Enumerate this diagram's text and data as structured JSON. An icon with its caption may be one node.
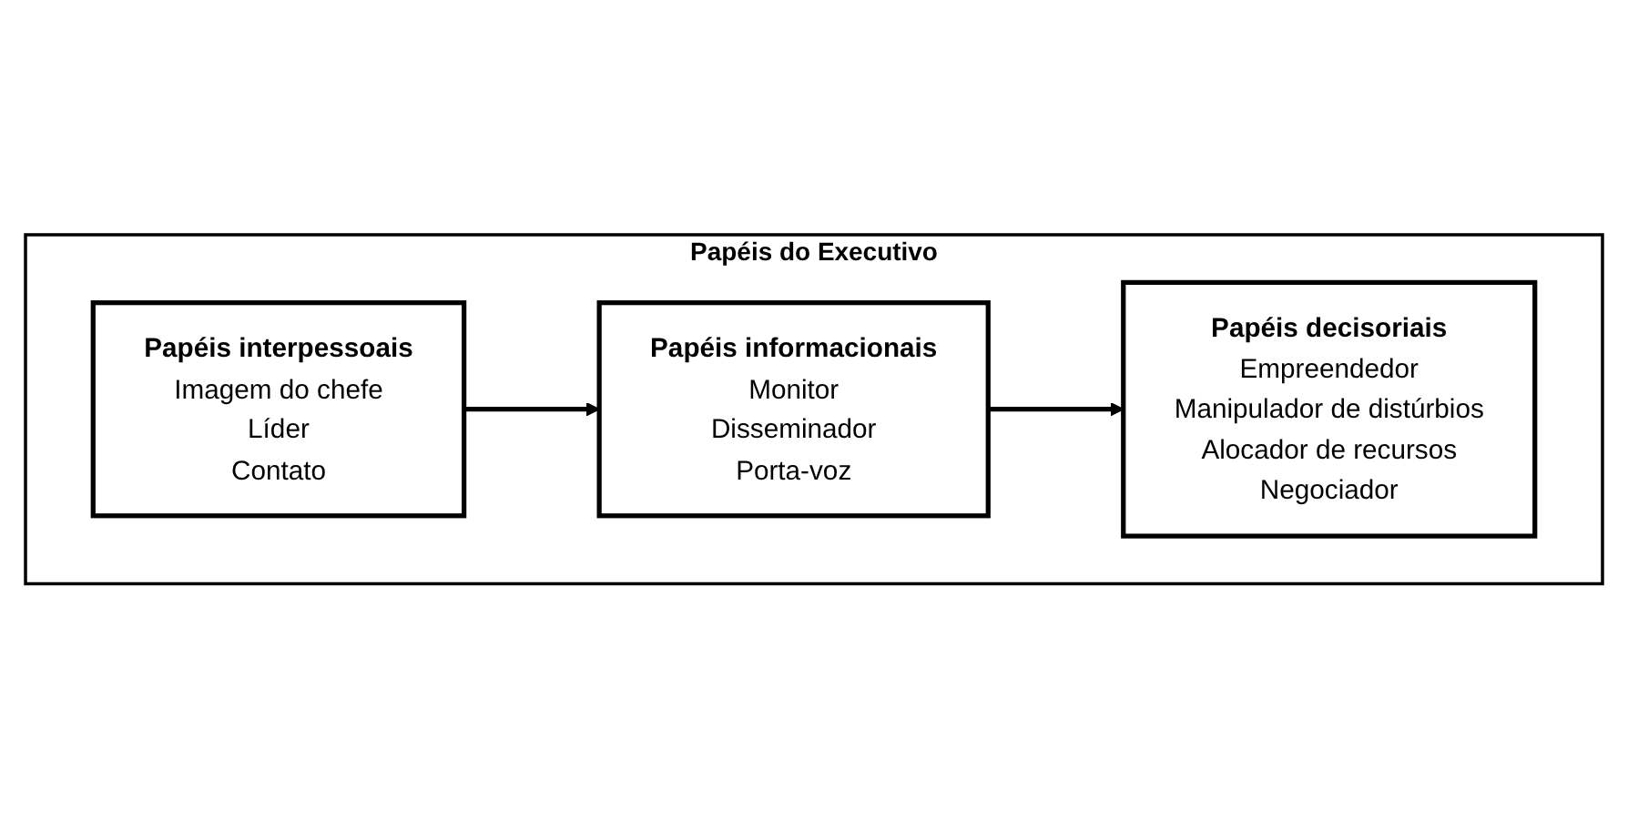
{
  "diagram": {
    "nodes": [
      {
        "text": [
          "Papéis do Executivo"
        ]
      },
      {
        "text": [
          "Papéis interpessoais",
          "Imagem do chefe",
          "Líder",
          "Contato"
        ],
        "in": 0
      },
      {
        "text": [
          "Papéis informacionais",
          "Monitor",
          "Disseminador",
          "Porta-voz"
        ],
        "in": 0
      },
      {
        "text": [
          "Papéis decisoriais",
          "Empreendedor",
          "Manipulador de distúrbios",
          "Alocador de recursos",
          "Negociador"
        ],
        "in": 0
      }
    ],
    "edges": [
      {
        "from": 1,
        "to": 2,
        "arrow": "to"
      },
      {
        "from": 2,
        "to": 3,
        "arrow": "to"
      }
    ]
  }
}
